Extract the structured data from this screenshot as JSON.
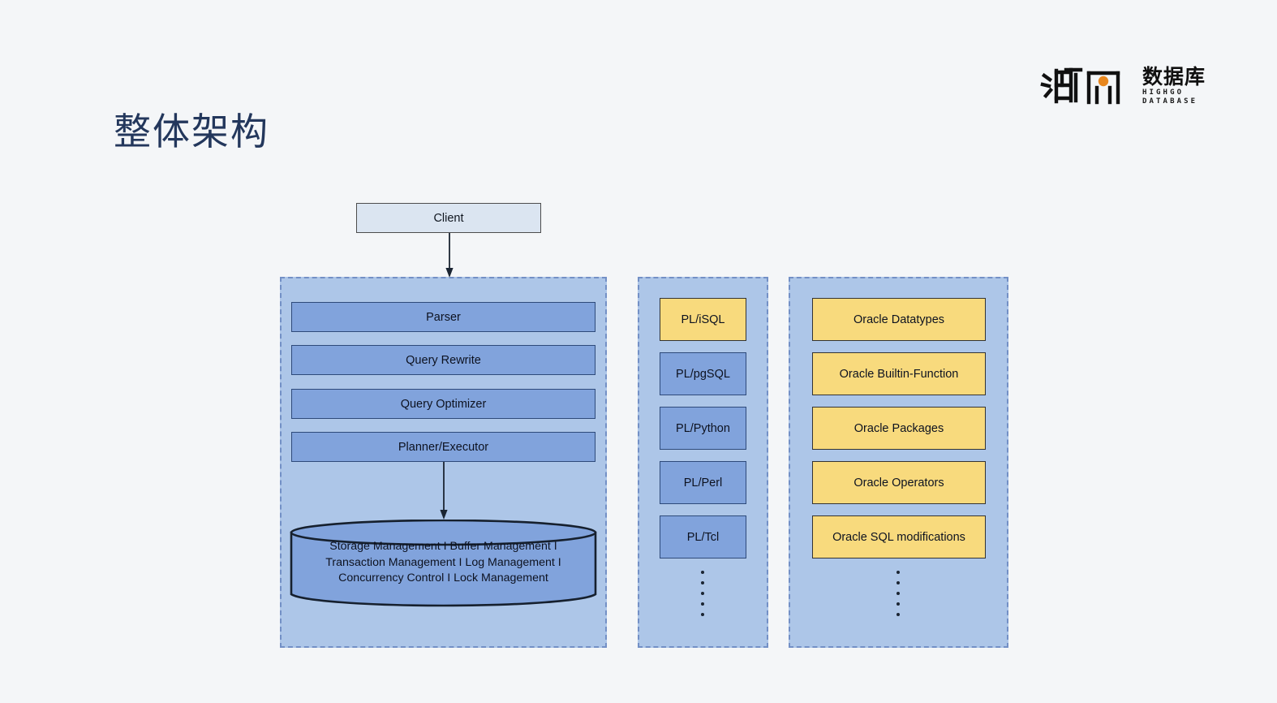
{
  "page": {
    "title": "整体架构",
    "background_color": "#f4f6f8",
    "title_color": "#23375c"
  },
  "logo": {
    "name": "highgo-database-logo",
    "cn_text": "数据库",
    "en_line1": "HIGHGO",
    "en_line2": "DATABASE",
    "accent_color": "#e8871e",
    "mark_color": "#111111"
  },
  "diagram": {
    "client": {
      "label": "Client",
      "fill": "#dbe5f1",
      "border": "#4d4d4d"
    },
    "core_panel": {
      "name": "core-engine-panel",
      "fill": "#adc6e8",
      "border": "#7390c6",
      "nodes": [
        {
          "label": "Parser"
        },
        {
          "label": "Query Rewrite"
        },
        {
          "label": "Query Optimizer"
        },
        {
          "label": "Planner/Executor"
        }
      ],
      "storage": {
        "label": "Storage Management I Buffer Management I\nTransaction Management I  Log Management I\nConcurrency Control I  Lock Management",
        "fill": "#81a3dc",
        "border": "#16202e"
      }
    },
    "pl_panel": {
      "name": "procedural-language-panel",
      "fill": "#adc6e8",
      "border": "#7390c6",
      "nodes": [
        {
          "label": "PL/iSQL",
          "style": "yellow"
        },
        {
          "label": "PL/pgSQL",
          "style": "blue"
        },
        {
          "label": "PL/Python",
          "style": "blue"
        },
        {
          "label": "PL/Perl",
          "style": "blue"
        },
        {
          "label": "PL/Tcl",
          "style": "blue"
        }
      ],
      "more_indicator": "vertical-ellipsis"
    },
    "oracle_panel": {
      "name": "oracle-compatibility-panel",
      "fill": "#adc6e8",
      "border": "#7390c6",
      "nodes": [
        {
          "label": "Oracle Datatypes",
          "style": "yellow"
        },
        {
          "label": "Oracle Builtin-Function",
          "style": "yellow"
        },
        {
          "label": "Oracle Packages",
          "style": "yellow"
        },
        {
          "label": "Oracle Operators",
          "style": "yellow"
        },
        {
          "label": "Oracle SQL modifications",
          "style": "yellow"
        }
      ],
      "more_indicator": "vertical-ellipsis"
    },
    "colors": {
      "node_blue_fill": "#81a3dc",
      "node_blue_border": "#2e4a7a",
      "node_yellow_fill": "#f8da7d",
      "node_yellow_border": "#333333",
      "arrow": "#1b2533"
    }
  }
}
